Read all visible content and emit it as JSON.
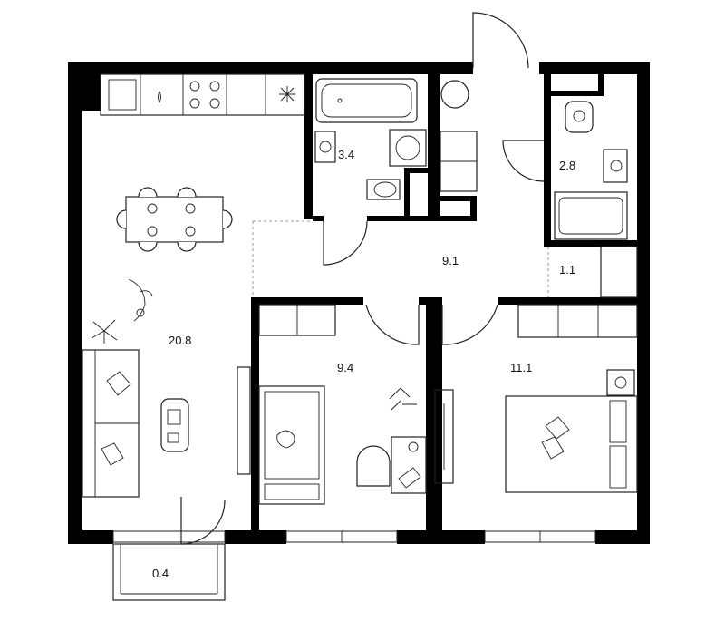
{
  "rooms": {
    "kitchen_living": {
      "area": "20.8"
    },
    "bathroom_1": {
      "area": "3.4"
    },
    "bathroom_2": {
      "area": "2.8"
    },
    "hallway": {
      "area": "9.1"
    },
    "storage": {
      "area": "1.1"
    },
    "bedroom_1": {
      "area": "9.4"
    },
    "bedroom_2": {
      "area": "11.1"
    },
    "balcony": {
      "area": "0.4"
    }
  }
}
